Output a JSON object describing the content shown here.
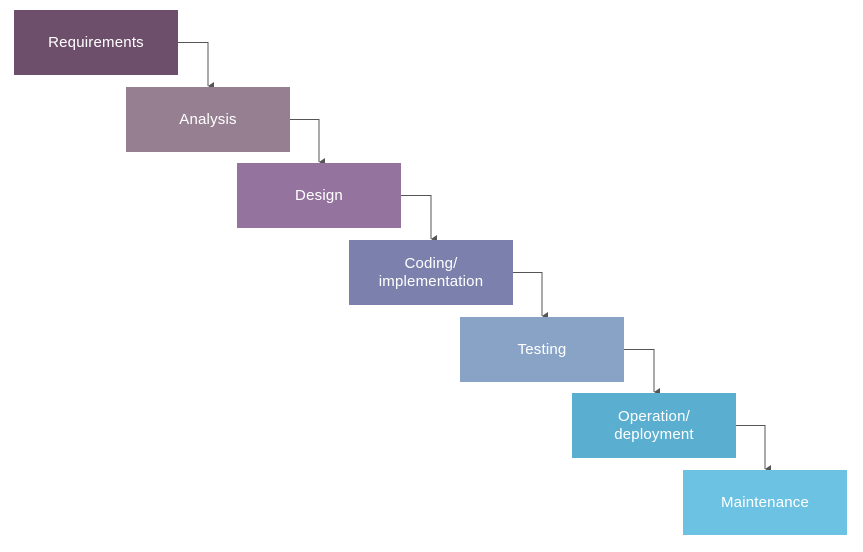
{
  "diagram": {
    "steps": [
      {
        "label": "Requirements",
        "color": "#6e4f6b"
      },
      {
        "label": "Analysis",
        "color": "#977f92"
      },
      {
        "label": "Design",
        "color": "#94749f"
      },
      {
        "label": "Coding/\nimplementation",
        "color": "#7b80ad"
      },
      {
        "label": "Testing",
        "color": "#88a3c6"
      },
      {
        "label": "Operation/\ndeployment",
        "color": "#5aaed0"
      },
      {
        "label": "Maintenance",
        "color": "#6cc2e3"
      }
    ],
    "connector_color": "#555555"
  }
}
